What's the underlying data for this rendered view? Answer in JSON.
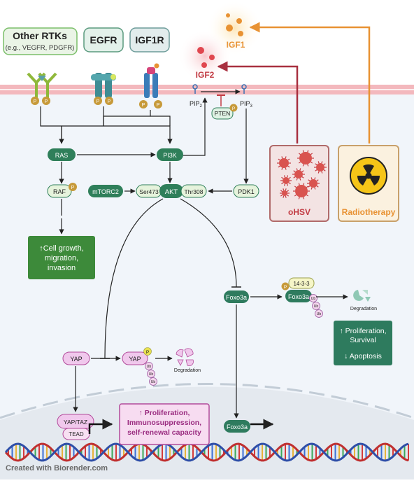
{
  "receptors": {
    "other_rtks_title": "Other RTKs",
    "other_rtks_sub": "(e.g., VEGFR, PDGFR)",
    "egfr": "EGFR",
    "igf1r": "IGF1R",
    "phospho": "P"
  },
  "ligands": {
    "igf1": "IGF1",
    "igf2": "IGF2"
  },
  "membrane": {
    "pip2": "PIP",
    "pip2_sub": "2",
    "pip3": "PIP",
    "pip3_sub": "3",
    "pten": "PTEN"
  },
  "nodes": {
    "ras": "RAS",
    "pi3k": "PI3K",
    "raf": "RAF",
    "mtorc2": "mTORC2",
    "ser473": "Ser473",
    "akt": "AKT",
    "thr308": "Thr308",
    "pdk1": "PDK1",
    "foxo3a": "Foxo3a",
    "foxo3a_bound": "Foxo3a",
    "protein_1433": "14-3-3",
    "yap": "YAP",
    "yap_p": "YAP",
    "ub": "Ub",
    "degradation": "Degradation",
    "yap_taz": "YAP/TAZ",
    "tead": "TEAD",
    "foxo3a_nucleus": "Foxo3a"
  },
  "outcomes": {
    "cell_growth": [
      "↑Cell growth,",
      "migration,",
      "invasion"
    ],
    "proliferation_survival": [
      "↑ Proliferation,",
      "Survival"
    ],
    "apoptosis": "↓ Apoptosis",
    "nuclear": [
      "↑ Proliferation,",
      "Immunosuppression,",
      "self-renewal capacity"
    ]
  },
  "treatments": {
    "ohsv": "oHSV",
    "radiotherapy": "Radiotherapy"
  },
  "footer": "Created with Biorender.com",
  "colors": {
    "green_dark": "#2f7f5a",
    "green_box": "#3d8a3a",
    "teal_box": "#2e7b5e",
    "ohsv_red": "#c23b43",
    "radio_orange": "#e89233",
    "igf2_red": "#a83040",
    "membrane_pink": "#f3b8bd",
    "yap_fill": "#f0c8ec",
    "nuclear_pink": "#b24a9a"
  }
}
